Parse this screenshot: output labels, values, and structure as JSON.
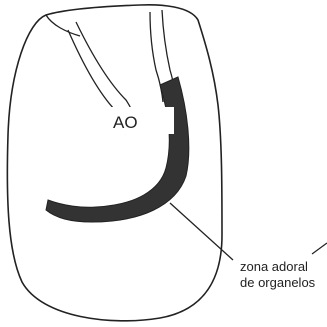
{
  "diagram": {
    "labels": {
      "ao": "AO",
      "zona_line1": "zona adoral",
      "zona_line2": "de organelos"
    },
    "colors": {
      "ink": "#222222",
      "band": "#333333",
      "label_box": "#ffffff",
      "background": "#ffffff"
    }
  }
}
